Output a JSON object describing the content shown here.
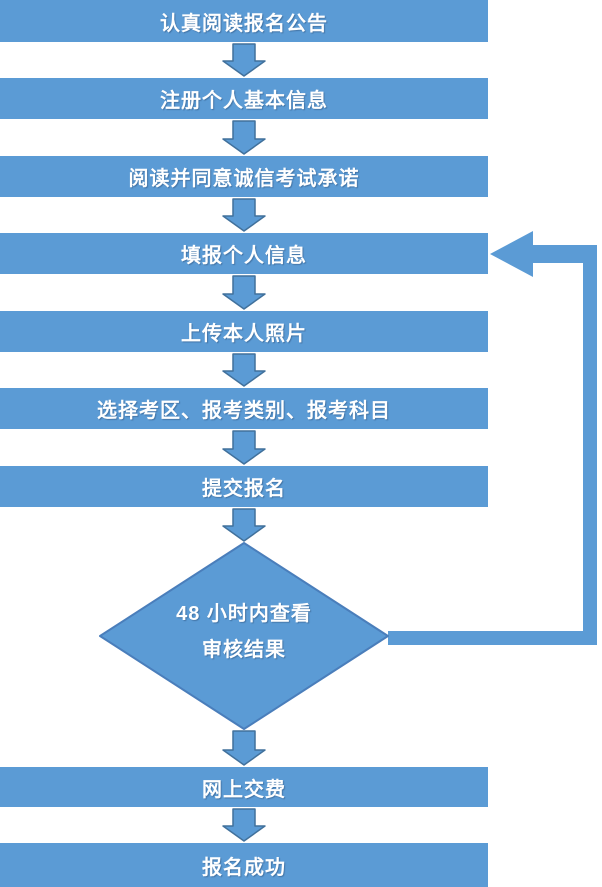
{
  "flow": {
    "steps": [
      {
        "shape": "rect",
        "label": "认真阅读报名公告"
      },
      {
        "shape": "rect",
        "label": "注册个人基本信息"
      },
      {
        "shape": "rect",
        "label": "阅读并同意诚信考试承诺"
      },
      {
        "shape": "rect",
        "label": "填报个人信息"
      },
      {
        "shape": "rect",
        "label": "上传本人照片"
      },
      {
        "shape": "rect",
        "label": "选择考区、报考类别、报考科目"
      },
      {
        "shape": "rect",
        "label": "提交报名"
      },
      {
        "shape": "diamond",
        "label_line1": "48 小时内查看",
        "label_line2": "审核结果"
      },
      {
        "shape": "rect",
        "label": "网上交费"
      },
      {
        "shape": "rect",
        "label": "报名成功"
      }
    ],
    "edges": [
      {
        "from": 0,
        "to": 1,
        "type": "down-arrow"
      },
      {
        "from": 1,
        "to": 2,
        "type": "down-arrow"
      },
      {
        "from": 2,
        "to": 3,
        "type": "down-arrow"
      },
      {
        "from": 3,
        "to": 4,
        "type": "down-arrow"
      },
      {
        "from": 4,
        "to": 5,
        "type": "down-arrow"
      },
      {
        "from": 5,
        "to": 6,
        "type": "down-arrow"
      },
      {
        "from": 6,
        "to": 7,
        "type": "down-arrow"
      },
      {
        "from": 7,
        "to": 8,
        "type": "down-arrow"
      },
      {
        "from": 8,
        "to": 9,
        "type": "down-arrow"
      },
      {
        "from": 7,
        "to": 3,
        "type": "loop-right-side"
      }
    ]
  },
  "colors": {
    "node_fill": "#5B9BD5",
    "arrow_fill": "#5B9BD5",
    "arrow_border": "#41719C",
    "connector": "#5B9BD5",
    "diamond_border": "#4A7EBB",
    "text": "#FFFFFF",
    "background": "#FFFFFF"
  }
}
